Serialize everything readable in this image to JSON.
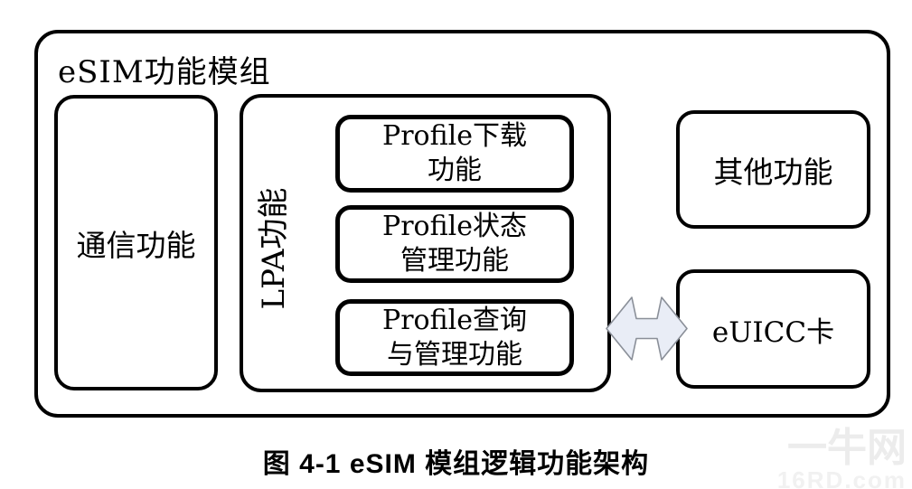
{
  "diagram": {
    "title": "eSIM功能模组",
    "comm_box_label": "通信功能",
    "lpa": {
      "label": "LPA功能",
      "boxes": [
        {
          "line1": "Profile下载",
          "line2": "功能"
        },
        {
          "line1": "Profile状态",
          "line2": "管理功能"
        },
        {
          "line1": "Profile查询",
          "line2": "与管理功能"
        }
      ]
    },
    "other_box_label": "其他功能",
    "euicc_box_label": "eUICC卡",
    "arrow": {
      "type": "left-right-double-arrow",
      "fill": "#e9edf6",
      "stroke": "#8a8f98"
    },
    "border_color": "#000000",
    "background_color": "#ffffff"
  },
  "caption": "图 4-1 eSIM 模组逻辑功能架构",
  "watermark": {
    "line1": "一牛网",
    "line2": "16RD.com",
    "color": "#ececec"
  }
}
